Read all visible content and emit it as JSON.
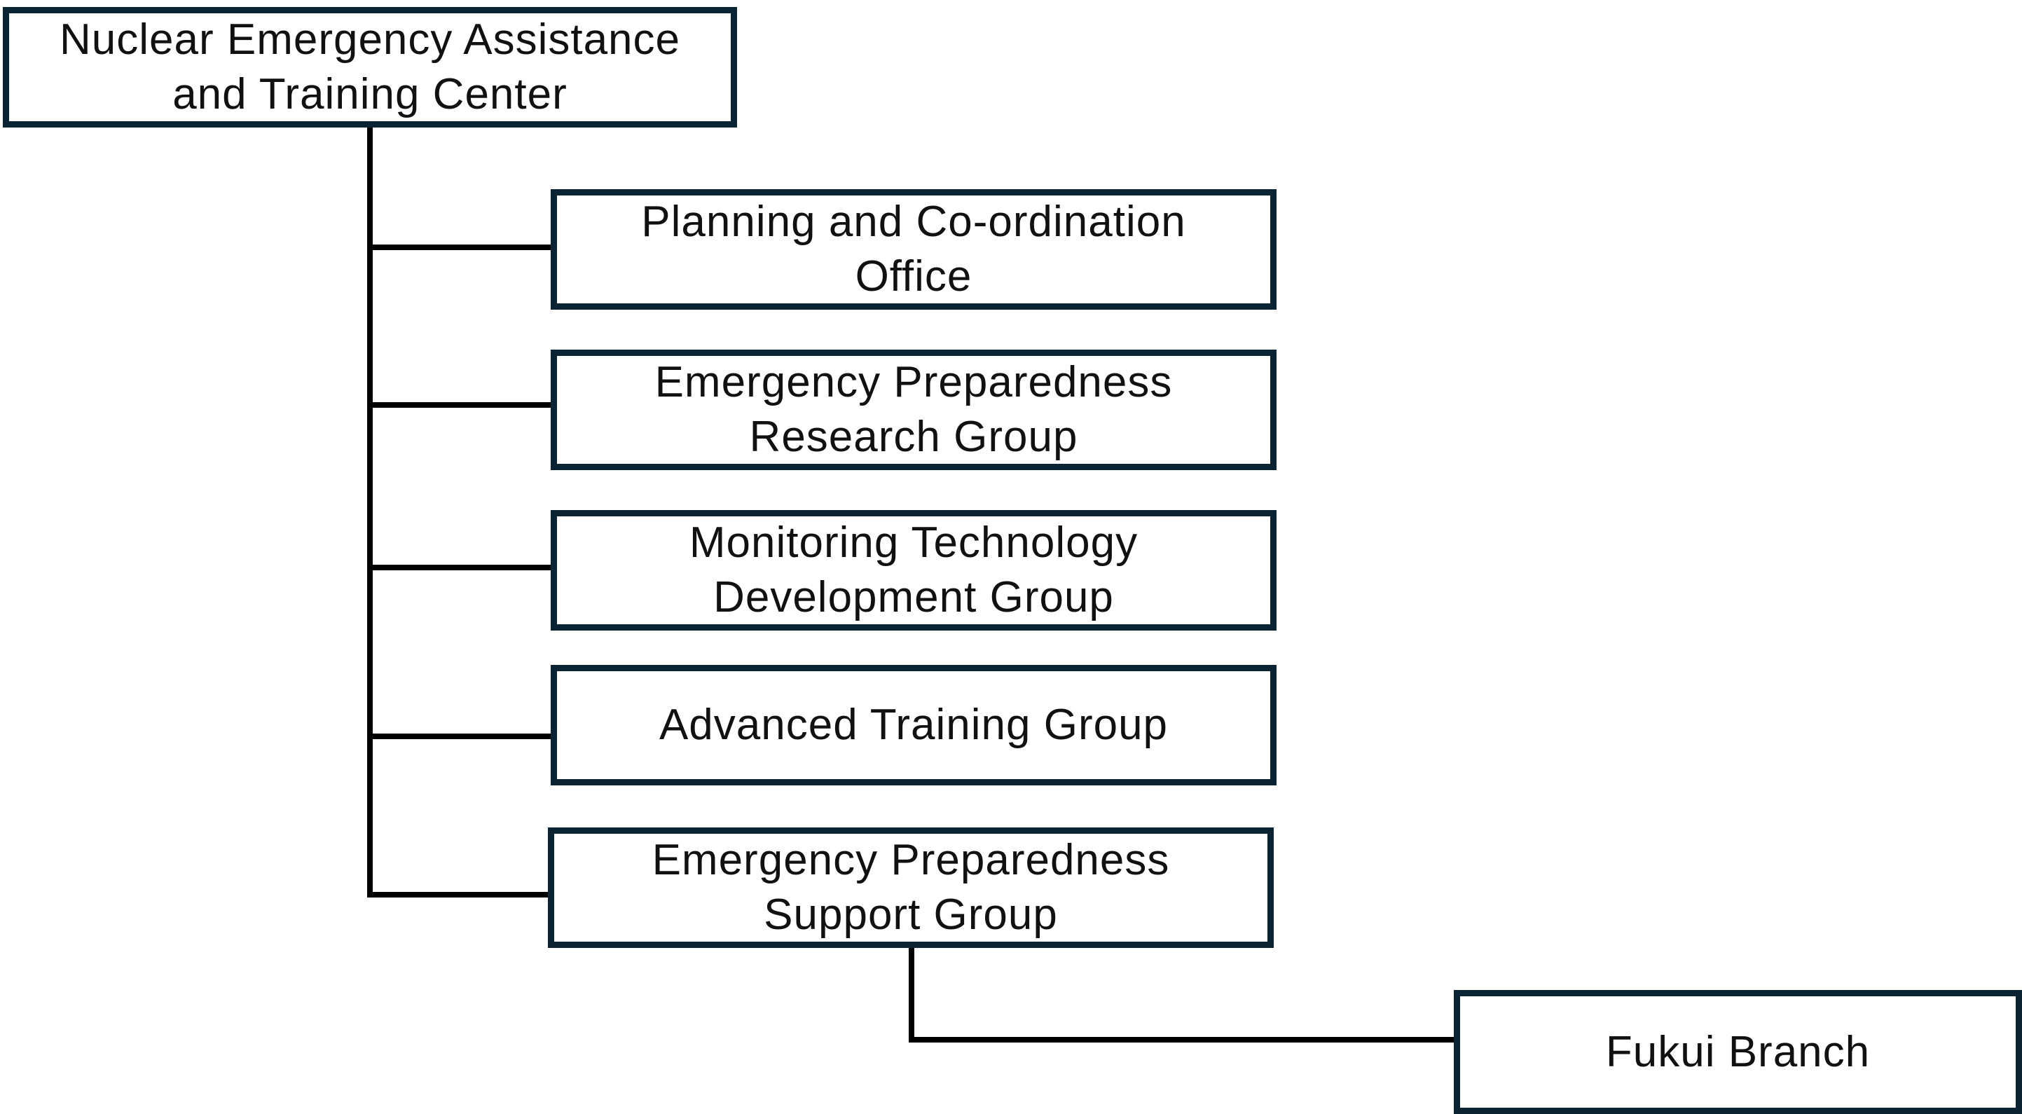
{
  "diagram": {
    "root": {
      "label": "Nuclear Emergency Assistance\nand Training Center"
    },
    "children": [
      {
        "label": "Planning and Co-ordination\nOffice"
      },
      {
        "label": "Emergency Preparedness\nResearch Group"
      },
      {
        "label": "Monitoring Technology\nDevelopment Group"
      },
      {
        "label": "Advanced Training Group"
      },
      {
        "label": "Emergency Preparedness\nSupport Group"
      }
    ],
    "subchild": {
      "parent": "Emergency Preparedness Support Group",
      "label": "Fukui Branch"
    },
    "colors": {
      "box_border": "#0b2433",
      "connector": "#000000",
      "background": "#ffffff"
    }
  }
}
